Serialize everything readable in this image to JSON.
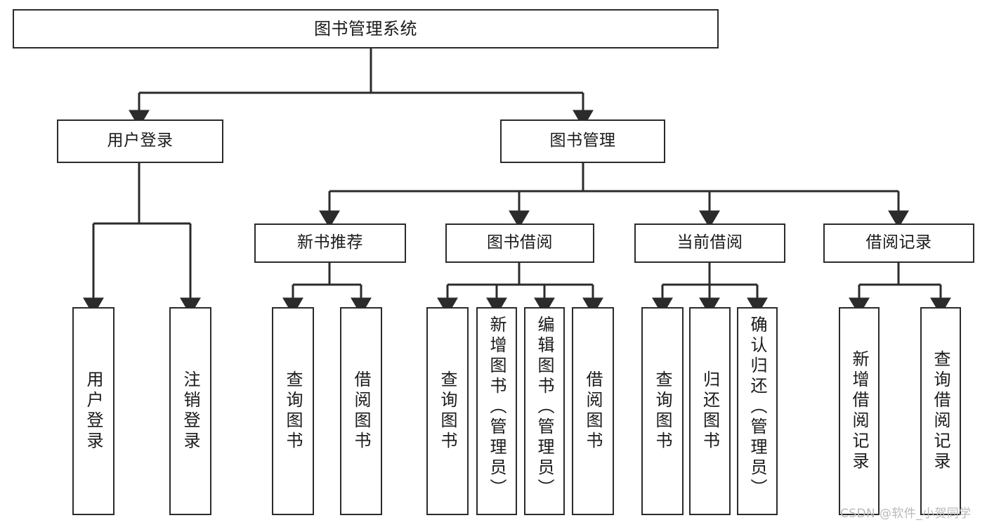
{
  "diagram": {
    "title": "图书管理系统",
    "type": "功能结构图",
    "colors": {
      "stroke": "#2b2b2b",
      "fill": "#ffffff",
      "text": "#1a1a1a",
      "watermark": "#b9b9b9"
    },
    "nodes": {
      "root": {
        "label": "图书管理系统"
      },
      "level2": [
        {
          "id": "user-login",
          "label": "用户登录"
        },
        {
          "id": "book-manage",
          "label": "图书管理"
        }
      ],
      "level3": [
        {
          "id": "new-book-recommend",
          "label": "新书推荐"
        },
        {
          "id": "book-borrow",
          "label": "图书借阅"
        },
        {
          "id": "current-borrow",
          "label": "当前借阅"
        },
        {
          "id": "borrow-record",
          "label": "借阅记录"
        }
      ],
      "leaves": {
        "user_login": [
          {
            "id": "leaf-user-login",
            "label": "用户登录"
          },
          {
            "id": "leaf-logout",
            "label": "注销登录"
          }
        ],
        "new_book_recommend": [
          {
            "id": "leaf-query-book-1",
            "label": "查询图书"
          },
          {
            "id": "leaf-borrow-book-1",
            "label": "借阅图书"
          }
        ],
        "book_borrow": [
          {
            "id": "leaf-query-book-2",
            "label": "查询图书"
          },
          {
            "id": "leaf-add-book",
            "label": "新增图书（管理员）"
          },
          {
            "id": "leaf-edit-book",
            "label": "编辑图书（管理员）"
          },
          {
            "id": "leaf-borrow-book-2",
            "label": "借阅图书"
          }
        ],
        "current_borrow": [
          {
            "id": "leaf-query-book-3",
            "label": "查询图书"
          },
          {
            "id": "leaf-return-book",
            "label": "归还图书"
          },
          {
            "id": "leaf-confirm-return",
            "label": "确认归还（管理员）"
          }
        ],
        "borrow_record": [
          {
            "id": "leaf-add-record",
            "label": "新增借阅记录"
          },
          {
            "id": "leaf-query-record",
            "label": "查询借阅记录"
          }
        ]
      }
    },
    "watermark": "CSDN @软件_小贺同学"
  }
}
